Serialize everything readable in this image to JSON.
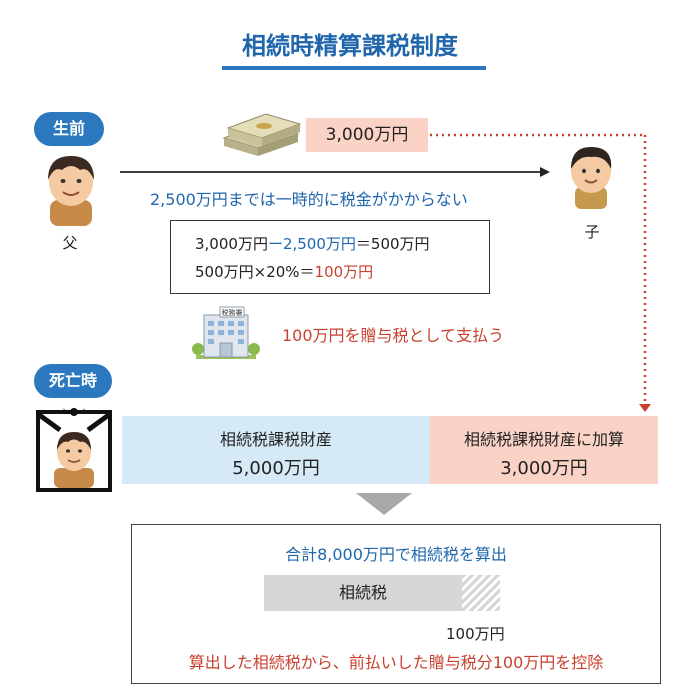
{
  "title": "相続時精算課税制度",
  "labels": {
    "lifetime": "生前",
    "death": "死亡時",
    "father": "父",
    "child": "子",
    "tax_office_sign": "税務署"
  },
  "gift": {
    "amount": "3,000万円",
    "note": "2,500万円までは一時的に税金がかからない"
  },
  "calc": {
    "line1_a": "3,000万円",
    "line1_b": "ー2,500万円",
    "line1_c": "＝500万円",
    "line2_a": "500万円×20%＝",
    "line2_b": "100万円"
  },
  "pay_note": "100万円を贈与税として支払う",
  "estate": {
    "left_label": "相続税課税財産",
    "left_value": "5,000万円",
    "right_label": "相続税課税財産に加算",
    "right_value": "3,000万円"
  },
  "result": {
    "line1": "合計8,000万円で相続税を算出",
    "bar_label": "相続税",
    "prepaid_label": "100万円",
    "line2": "算出した相続税から、前払いした贈与税分100万円を控除"
  },
  "colors": {
    "accent_blue": "#1f66ad",
    "accent_red": "#c8412e",
    "pink": "#fbd3c6",
    "light_blue": "#d5e9f7"
  }
}
